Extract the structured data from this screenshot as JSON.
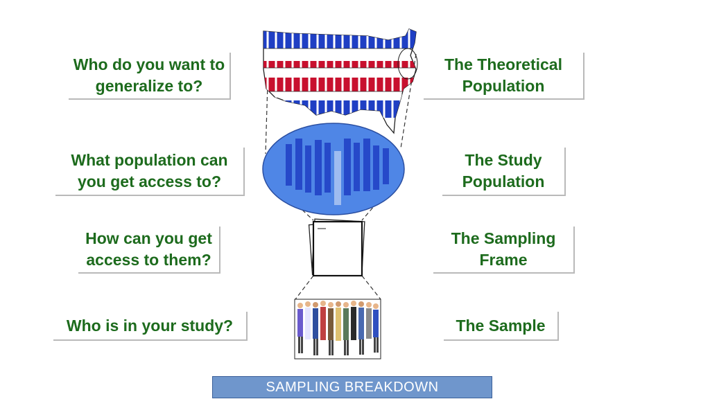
{
  "questions": {
    "q1": "Who do you want to\ngeneralize to?",
    "q2": "What population can\nyou get access to?",
    "q3": "How can you get\naccess to them?",
    "q4": "Who is in your study?"
  },
  "answers": {
    "a1": "The Theoretical\nPopulation",
    "a2": "The Study\nPopulation",
    "a3": "The Sampling\nFrame",
    "a4": "The Sample"
  },
  "footer": {
    "label": "SAMPLING BREAKDOWN"
  },
  "colors": {
    "label_text": "#1d6b1d",
    "ellipse_fill": "#4f86e6",
    "flag_red": "#c8102e",
    "flag_blue": "#1f3fc4",
    "footer_fill": "#6f96cc"
  },
  "icons": {
    "map": "usa-map-people-icon",
    "crowd": "crowd-icon",
    "frame": "paper-stack-icon",
    "sample": "sample-group-icon"
  }
}
